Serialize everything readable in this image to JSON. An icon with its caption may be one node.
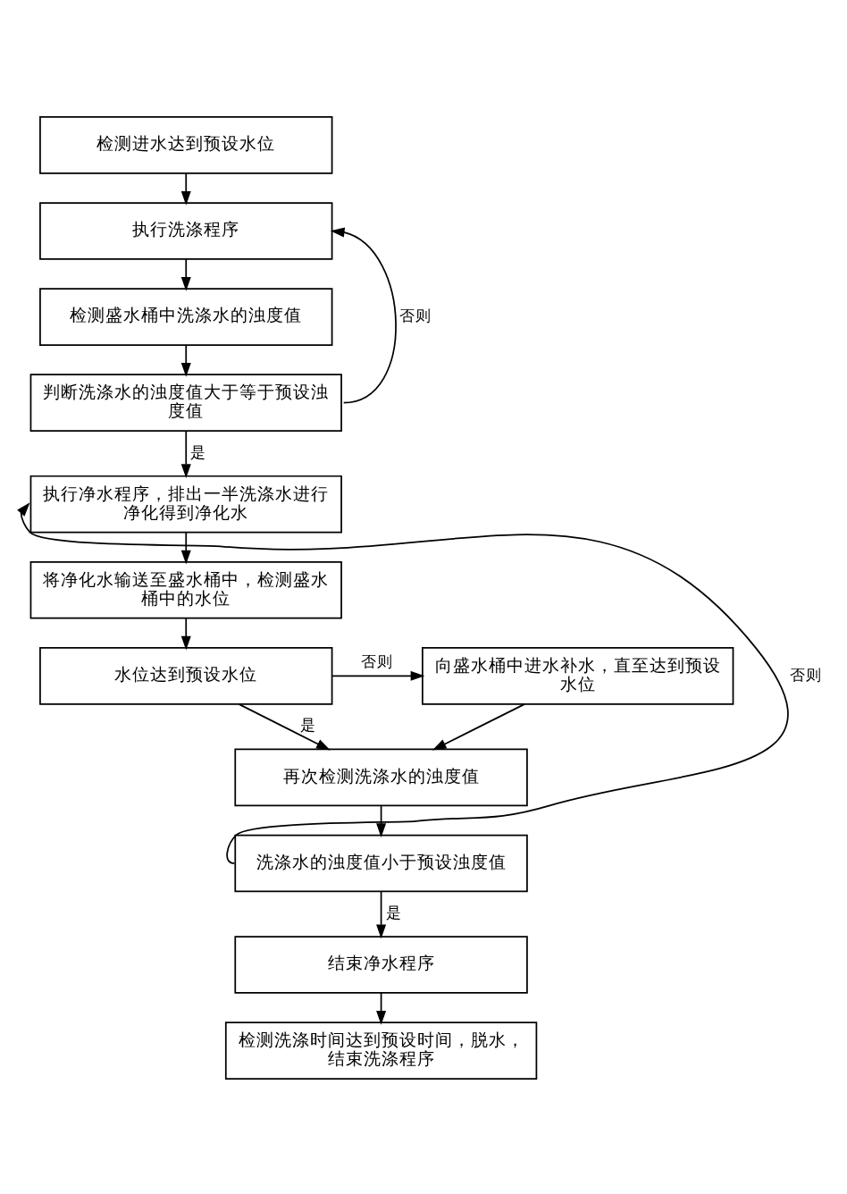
{
  "diagram": {
    "nodes": [
      {
        "text": [
          "检测进水达到预设水位"
        ]
      },
      {
        "text": [
          "执行洗涤程序"
        ]
      },
      {
        "text": [
          "检测盛水桶中洗涤水的浊度值"
        ]
      },
      {
        "text": [
          "判断洗涤水的浊度值大于等于预设浊度值"
        ]
      },
      {
        "text": [
          "执行净水程序，排出一半洗涤水进行净化得到净化水"
        ]
      },
      {
        "text": [
          "将净化水输送至盛水桶中，检测盛水桶中的水位"
        ]
      },
      {
        "text": [
          "水位达到预设水位"
        ]
      },
      {
        "text": [
          "向盛水桶中进水补水，直至达到预设水位"
        ]
      },
      {
        "text": [
          "再次检测洗涤水的浊度值"
        ]
      },
      {
        "text": [
          "洗涤水的浊度值小于预设浊度值"
        ]
      },
      {
        "text": [
          "结束净水程序"
        ]
      },
      {
        "text": [
          "检测洗涤时间达到预设时间，脱水，结束洗涤程序"
        ]
      }
    ],
    "edges": [
      {
        "from": 0,
        "to": 1,
        "arrow": "to"
      },
      {
        "from": 1,
        "to": 2,
        "arrow": "to"
      },
      {
        "from": 2,
        "to": 3,
        "arrow": "to"
      },
      {
        "from": 3,
        "to": 1,
        "arrow": "to",
        "label": "否则"
      },
      {
        "from": 3,
        "to": 4,
        "arrow": "to",
        "label": "是"
      },
      {
        "from": 4,
        "to": 5,
        "arrow": "to"
      },
      {
        "from": 5,
        "to": 6,
        "arrow": "to"
      },
      {
        "from": 6,
        "to": 7,
        "arrow": "to",
        "label": "否则"
      },
      {
        "from": 7,
        "to": 8,
        "arrow": "to"
      },
      {
        "from": 6,
        "to": 8,
        "arrow": "to",
        "label": "是"
      },
      {
        "from": 8,
        "to": 9,
        "arrow": "to"
      },
      {
        "from": 9,
        "to": 4,
        "arrow": "to",
        "label": "否则"
      },
      {
        "from": 9,
        "to": 10,
        "arrow": "to",
        "label": "是"
      },
      {
        "from": 10,
        "to": 11,
        "arrow": "to"
      }
    ]
  }
}
